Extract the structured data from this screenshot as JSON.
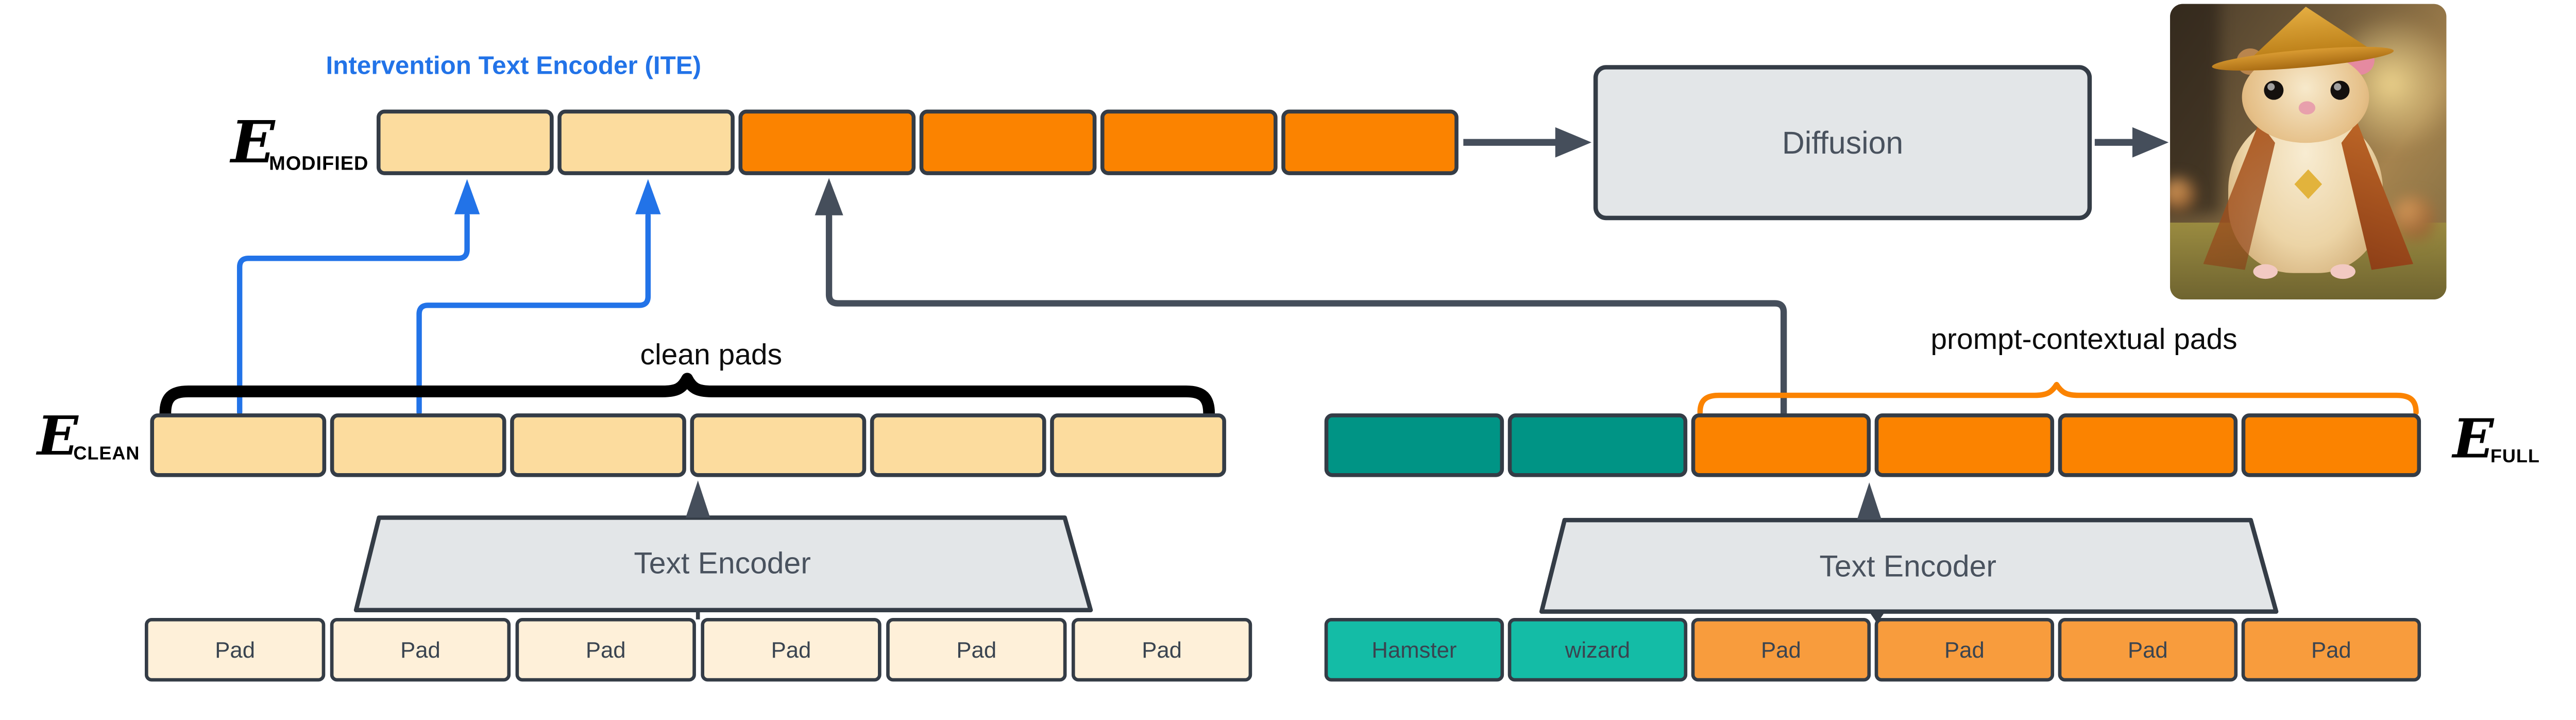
{
  "palette": {
    "background": "#ffffff",
    "box_border": "#343c46",
    "connector_dark": "#454e5b",
    "accent_blue": "#2273e8",
    "clean_token_cream": "#fcdc9e",
    "context_token_orange": "#fb8300",
    "prompt_token_teal": "#009485",
    "pad_cell_cream": "#fef0d9",
    "pad_cell_orange": "#f89c3d",
    "prompt_cell_teal": "#14bca6",
    "module_gray": "#e3e6e8",
    "label_dark": "#3a4450"
  },
  "title": {
    "text": "Intervention Text Encoder (ITE)"
  },
  "embeddings": {
    "modified": {
      "symbol": "E",
      "subscript": "MODIFIED",
      "tokens": [
        "clean",
        "clean",
        "context",
        "context",
        "context",
        "context"
      ]
    },
    "clean": {
      "symbol": "E",
      "subscript": "CLEAN",
      "tokens": [
        "clean",
        "clean",
        "clean",
        "clean",
        "clean",
        "clean"
      ]
    },
    "full": {
      "symbol": "E",
      "subscript": "FULL",
      "tokens": [
        "prompt",
        "prompt",
        "context",
        "context",
        "context",
        "context"
      ]
    }
  },
  "annotations": {
    "clean_pads": "clean pads",
    "prompt_contextual_pads": "prompt-contextual pads"
  },
  "modules": {
    "diffusion": {
      "label": "Diffusion"
    },
    "text_encoder_left": {
      "label": "Text Encoder"
    },
    "text_encoder_right": {
      "label": "Text Encoder"
    }
  },
  "inputs": {
    "left": {
      "cells": [
        {
          "label": "Pad"
        },
        {
          "label": "Pad"
        },
        {
          "label": "Pad"
        },
        {
          "label": "Pad"
        },
        {
          "label": "Pad"
        },
        {
          "label": "Pad"
        }
      ]
    },
    "right": {
      "cells": [
        {
          "label": "Hamster"
        },
        {
          "label": "wizard"
        },
        {
          "label": "Pad"
        },
        {
          "label": "Pad"
        },
        {
          "label": "Pad"
        },
        {
          "label": "Pad"
        }
      ]
    }
  },
  "output_image": {
    "alt": "AI-generated image of a hamster dressed as a wizard"
  }
}
